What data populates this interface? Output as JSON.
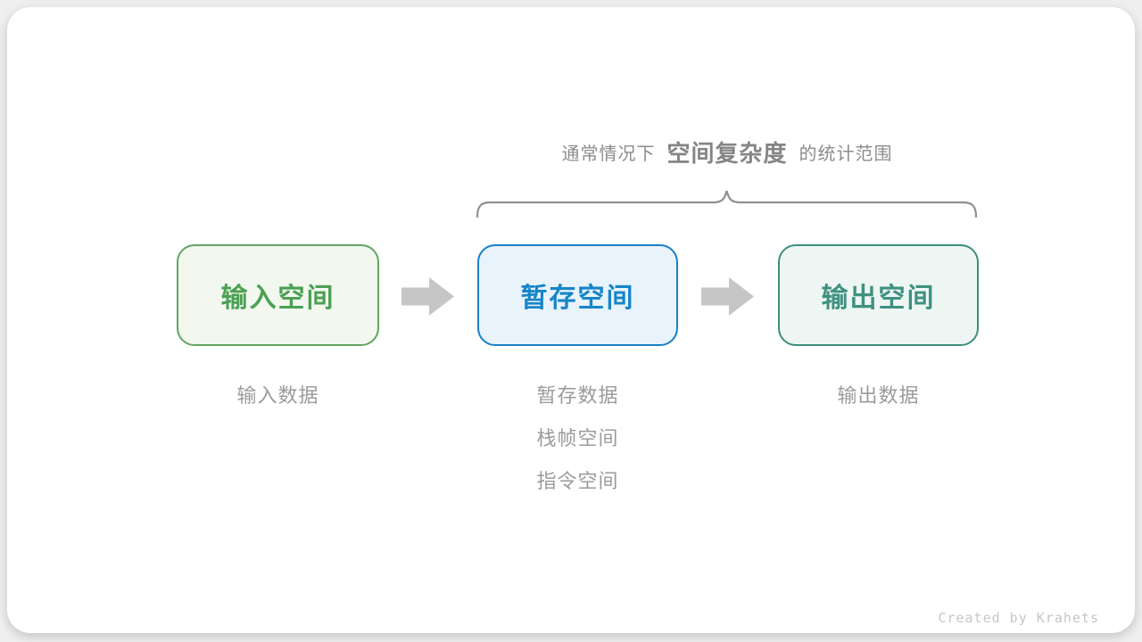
{
  "page": {
    "background": "#efefef",
    "card_background": "#ffffff"
  },
  "title": {
    "prefix": "通常情况下",
    "highlight": "空间复杂度",
    "suffix": "的统计范围"
  },
  "boxes": [
    {
      "label": "输入空间",
      "notes": [
        "输入数据"
      ],
      "colors": {
        "border": "#63a462",
        "background": "#f2f8ef",
        "text": "#4ba053"
      }
    },
    {
      "label": "暂存空间",
      "notes": [
        "暂存数据",
        "栈帧空间",
        "指令空间"
      ],
      "colors": {
        "border": "#1a7fc4",
        "background": "#e8f3fc",
        "text": "#1785c8"
      }
    },
    {
      "label": "输出空间",
      "notes": [
        "输出数据"
      ],
      "colors": {
        "border": "#3c8e7e",
        "background": "#eef6f3",
        "text": "#3f9181"
      }
    }
  ],
  "colors": {
    "arrow": "#c6c6c6",
    "brace": "#8f8f8f",
    "title_text": "#8c8c8c",
    "note_text": "#9b9b9b",
    "watermark_text": "#c6c6c6"
  },
  "watermark": "Created by Krahets"
}
